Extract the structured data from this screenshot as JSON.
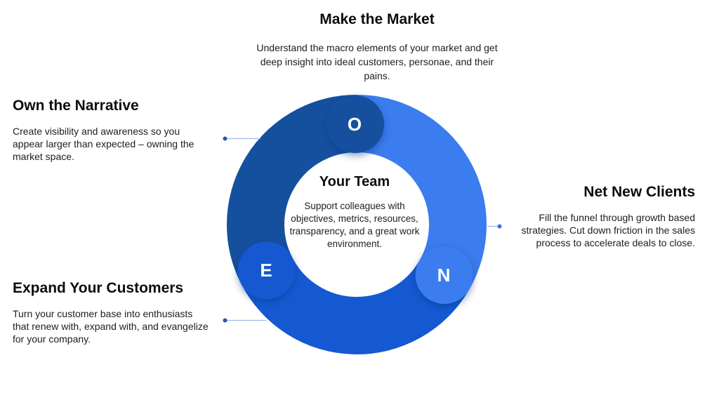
{
  "cards": [
    {
      "id": "make-the-market",
      "title": "Make the Market",
      "description": "Understand the macro elements of your market and get deep insight into ideal customers, personae, and their pains."
    },
    {
      "id": "own-the-narrative",
      "title": "Own the Narrative",
      "description": "Create visibility and awareness so you appear larger than expected – owning the market space."
    },
    {
      "id": "net-new-clients",
      "title": "Net New Clients",
      "description": "Fill the funnel through growth based strategies. Cut down friction in the sales process to accelerate deals to close."
    },
    {
      "id": "expand-your-customers",
      "title": "Expand Your Customers",
      "description": "Turn your customer base into enthusiasts that renew with, expand with, and evangelize for your company."
    }
  ],
  "center": {
    "title": "Your Team",
    "description": "Support colleagues with objectives, metrics, resources, transparency, and a great work environment."
  },
  "ring": {
    "segments": [
      {
        "letter": "O",
        "color": "#15509E"
      },
      {
        "letter": "N",
        "color": "#3B7CEE"
      },
      {
        "letter": "E",
        "color": "#1459D2"
      }
    ]
  },
  "colors": {
    "connector_line": "#9FB9E8",
    "connector_dot_left": "#2B58A9",
    "connector_dot_right": "#3473EB",
    "heading_text": "#0D0D0D",
    "body_text": "#202020",
    "letter_text": "#FFFFFF",
    "background": "#FFFFFF"
  }
}
